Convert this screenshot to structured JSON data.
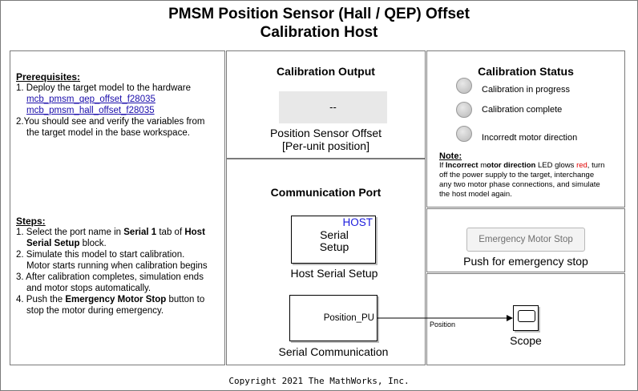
{
  "title": {
    "line1": "PMSM Position  Sensor (Hall / QEP) Offset",
    "line2": "Calibration Host"
  },
  "prereq": {
    "heading": "Prerequisites:",
    "item1": "1. Deploy the target model to the hardware",
    "link1": "mcb_pmsm_qep_offset_f28035",
    "link2": "mcb_pmsm_hall_offset_f28035",
    "item2a": "2.You should see and verify the variables from",
    "item2b": "the target model in the base workspace."
  },
  "steps": {
    "heading": "Steps:",
    "s1a": "1. Select the port name in ",
    "s1b": "Serial 1",
    "s1c": " tab of ",
    "s1d": "Host",
    "s1e": "Serial Setup",
    "s1f": " block.",
    "s2a": "2. Simulate this model to start calibration.",
    "s2b": "Motor starts running when calibration begins",
    "s3a": "3. After calibration completes, simulation ends",
    "s3b": "and motor stops automatically.",
    "s4a": "4. Push the ",
    "s4b": "Emergency Motor Stop",
    "s4c": " button to",
    "s4d": "stop the motor during emergency."
  },
  "calibration_output": {
    "heading": "Calibration Output",
    "display_value": "--",
    "label1": "Position Sensor Offset",
    "label2": "[Per-unit position]"
  },
  "calibration_status": {
    "heading": "Calibration Status",
    "lamps": [
      "Calibration in progress",
      "Calibration complete",
      "Incorredt motor direction"
    ],
    "note_heading": "Note:",
    "note_a": "If ",
    "note_b": "Incorrect",
    "note_c": " m",
    "note_d": "otor direction",
    "note_e": " LED glows ",
    "note_red": "red",
    "note_f": ", turn",
    "note_line2": "off the power supply to the target, interchange",
    "note_line3": "any two motor phase connections, and simulate",
    "note_line4": "the host model again.",
    "red_color": "#e00000"
  },
  "comm_port": {
    "heading": "Communication Port",
    "host_serial_setup": {
      "tag": "HOST",
      "line1": "Serial",
      "line2": "Setup",
      "label": "Host Serial Setup"
    },
    "serial_comm": {
      "port": "Position_PU",
      "label": "Serial Communication"
    },
    "signal": "Position",
    "scope_label": "Scope"
  },
  "emergency": {
    "button": "Emergency Motor Stop",
    "label": "Push for emergency stop"
  },
  "footer": "Copyright 2021 The MathWorks, Inc."
}
